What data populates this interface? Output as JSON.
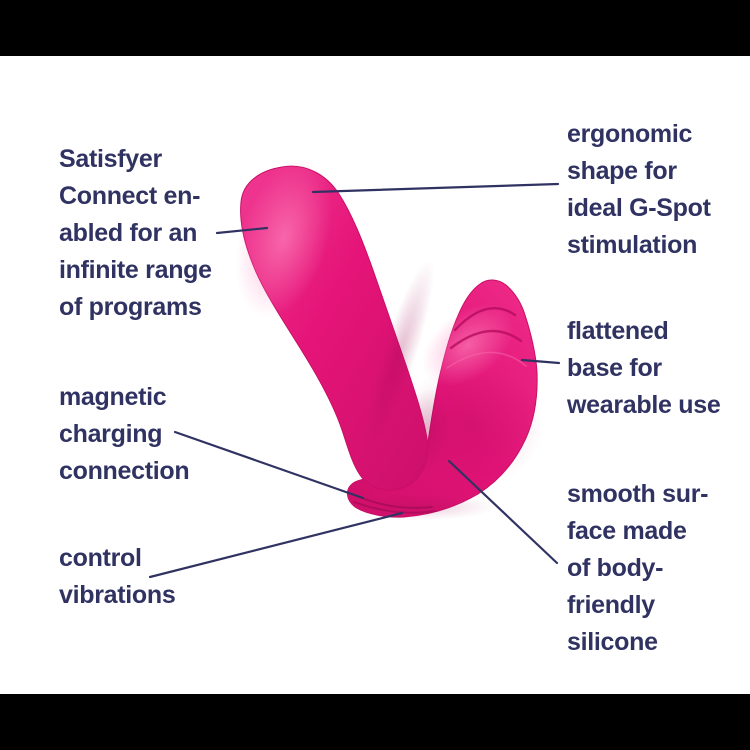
{
  "page": {
    "background_color": "#ffffff",
    "letterbox_bar_color": "#000000"
  },
  "illustration": {
    "subject": "pink wearable g-spot vibrator, side view, with feature leader lines",
    "colors": {
      "body_pink": "#e7157b",
      "highlight_pink": "#ff8ac0",
      "shadow_pink": "#c40e66",
      "deep_shadow_pink": "#9e0a51",
      "leader_line_navy": "#303362",
      "text_navy": "#303362"
    }
  },
  "annotations": {
    "left": [
      {
        "id": "connect",
        "lines": [
          "Satisfyer",
          "Connect en-",
          "abled for an",
          "infinite range",
          "of programs"
        ]
      },
      {
        "id": "magnetic",
        "lines": [
          "magnetic",
          "charging",
          "connection"
        ]
      },
      {
        "id": "control",
        "lines": [
          "control",
          "vibrations"
        ]
      }
    ],
    "right": [
      {
        "id": "ergonomic",
        "lines": [
          "ergonomic",
          "shape for",
          "ideal G-Spot",
          "stimulation"
        ]
      },
      {
        "id": "flattened",
        "lines": [
          "flattened",
          "base for",
          "wearable use"
        ]
      },
      {
        "id": "smooth",
        "lines": [
          "smooth sur-",
          "face made",
          "of body-",
          "friendly",
          "silicone"
        ]
      }
    ]
  }
}
